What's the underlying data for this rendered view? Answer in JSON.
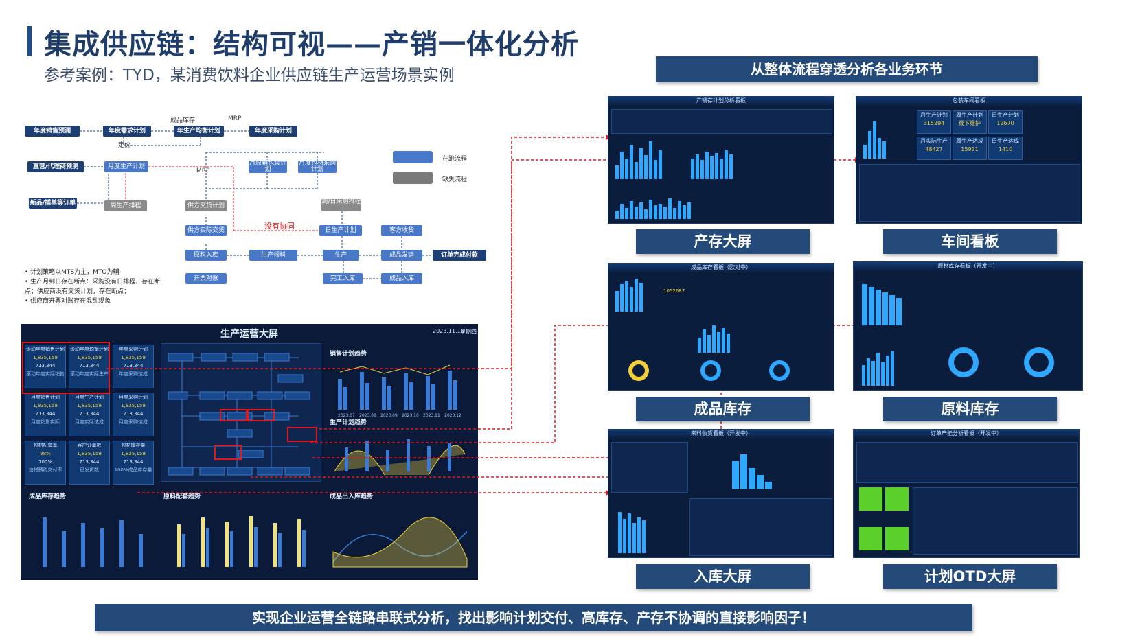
{
  "header": {
    "title": "集成供应链：结构可视——产销一体化分析",
    "subtitle": "参考案例：TYD，某消费饮料企业供应链生产运营场景实例"
  },
  "top_banner": "从整体流程穿透分析各业务环节",
  "bottom_banner": "实现企业运营全链路串联式分析，找出影响计划交付、高库存、产存不协调的直接影响因子！",
  "flow": {
    "nodes": {
      "annual_sales_forecast": "年度销售预测",
      "annual_demand_plan": "年度需求计划",
      "annual_production_balance": "年生产均衡计划",
      "annual_purchase_plan": "年度采购计划",
      "direct_agent_forecast": "直营/代理商预测",
      "monthly_production_plan": "月度生产计划",
      "monthly_packaging_plan": "月原辅包装计划",
      "monthly_material_purchase": "月度包材采购计划",
      "new_product_order": "新品/插单等订单",
      "weekly_production_schedule": "周生产排程",
      "supplier_delivery_plan": "供方交货计划",
      "weekly_daily_purchase": "周/日采购排程",
      "supplier_actual_delivery": "供方实际交货",
      "daily_production_plan": "日生产计划",
      "customer_receipt": "客方收货",
      "material_inbound": "原料入库",
      "production_material": "生产领料",
      "production": "生产",
      "finished_shipping": "成品发运",
      "order_complete": "订单完成付款",
      "invoicing": "开票对账",
      "completion_inbound": "完工入库",
      "finished_inbound": "成品入库"
    },
    "labels": {
      "finished_stock": "成品库存",
      "mrp_top": "MRP",
      "pricing": "定价",
      "mrp_mid": "MRP",
      "no_collab": "没有协同"
    },
    "legend": {
      "in_flow": "在跑流程",
      "missing_flow": "缺失流程"
    },
    "notes": [
      "计划策略以MTS为主，MTO为辅",
      "生产月到日存在断点：采购没有日排程，存在断点；供应商没有交货计划，存在断点；",
      "供应商开票对账存在混乱现象"
    ]
  },
  "big_dashboard": {
    "title": "生产运营大屏",
    "date": "2023.11.16",
    "weekday": "星期四",
    "kpis": [
      {
        "title": "滚动年度销售计划",
        "value": "1,835,159",
        "sub_value": "713,344",
        "sub_label": "滚动年度实际销售"
      },
      {
        "title": "滚动年度均衡计划",
        "value": "1,835,159",
        "sub_value": "713,344",
        "sub_label": "滚动年度实际生产"
      },
      {
        "title": "年度采购计划",
        "value": "1,835,159",
        "sub_value": "713,344",
        "sub_label": "年度采购达成"
      },
      {
        "title": "月度销售计划",
        "value": "1,835,159",
        "sub_value": "713,344",
        "sub_label": "月度销售实际"
      },
      {
        "title": "月度生产计划",
        "value": "1,835,159",
        "sub_value": "713,344",
        "sub_label": "月度实际达成"
      },
      {
        "title": "月度采购计划",
        "value": "1,835,159",
        "sub_value": "713,344",
        "sub_label": "月度采购达成"
      },
      {
        "title": "包材配套率",
        "value": "98%",
        "sub_value": "100%",
        "sub_label": "包材预约交付率"
      },
      {
        "title": "客户订单数",
        "value": "1,835,159",
        "sub_value": "713,344",
        "sub_label": "已发货数"
      },
      {
        "title": "包材库存量",
        "value": "1,835,159",
        "sub_value": "713,344",
        "sub_label": "100%成品库存量"
      }
    ],
    "section_titles": {
      "sales_trend": "销售计划趋势",
      "production_trend": "生产计划趋势",
      "finished_stock_trend": "成品库存趋势",
      "material_match_trend": "原料配套趋势",
      "in_out_trend": "成品出入库趋势"
    },
    "chart_months": [
      "2023.07",
      "2023.08",
      "2023.09",
      "2023.10",
      "2023.11",
      "2023.12"
    ]
  },
  "dashboards": {
    "production_stock": {
      "header": "产销存计划分析看板",
      "caption": "产存大屏"
    },
    "workshop": {
      "header": "包装车间看板",
      "caption": "车间看板",
      "kpis": [
        {
          "label": "月生产计划",
          "value": "315294"
        },
        {
          "label": "周生产计划",
          "value": "线下维护"
        },
        {
          "label": "日生产计划",
          "value": "12670"
        },
        {
          "label": "月实际生产",
          "value": "48427"
        },
        {
          "label": "周生产达成",
          "value": "15921"
        },
        {
          "label": "日生产达成",
          "value": "1410"
        }
      ]
    },
    "finished_stock": {
      "header": "成品库存看板（欧对中）",
      "caption": "成品库存",
      "highlight": "1052687"
    },
    "material_stock": {
      "header": "原材库存看板（开发中）",
      "caption": "原料库存"
    },
    "inbound": {
      "header": "来料收货看板（开发中）",
      "caption": "入库大屏"
    },
    "otd": {
      "header": "订单产能分析看板（开发中）",
      "caption": "计划OTD大屏"
    }
  },
  "colors": {
    "banner": "#244a7a",
    "dashboard_bg": "#0b1d3c",
    "node_dark": "#1d3f73",
    "node_blue": "#4a78c8",
    "node_gray": "#8a8a8a",
    "red_link": "#e0191b"
  }
}
